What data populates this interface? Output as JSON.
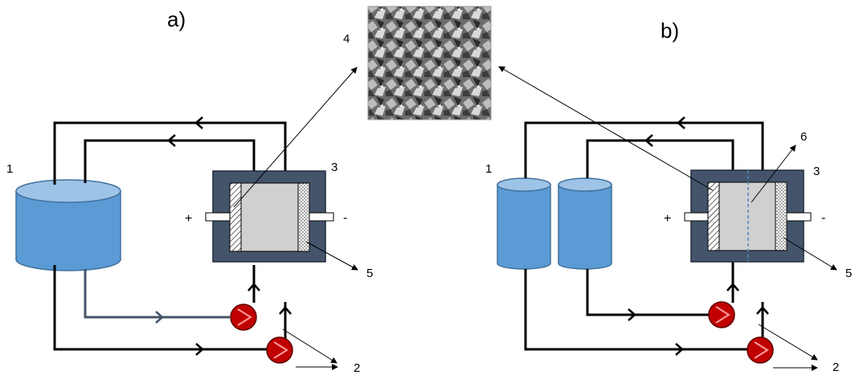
{
  "panels": [
    {
      "label": "a)"
    },
    {
      "label": "b)"
    }
  ],
  "callouts": {
    "reservoir": "1",
    "pump": "2",
    "cell": "3",
    "micrograph": "4",
    "cathode": "5",
    "membrane": "6"
  },
  "terminals": {
    "positive": "+",
    "negative": "-"
  },
  "colors": {
    "tank_fill": "#5b9bd5",
    "tank_top": "#9dc3e6",
    "cell_frame": "#44546a",
    "cell_interior": "#d0d0d0",
    "pump_fill": "#c00000",
    "pipe": "#000000",
    "pipe_feed": "#44546a"
  },
  "icons": [
    "reservoir-tank-icon",
    "pump-icon",
    "electrode-icon",
    "sem-micrograph-image"
  ]
}
